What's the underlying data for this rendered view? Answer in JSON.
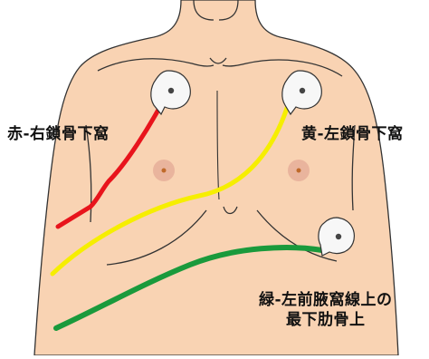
{
  "labels": {
    "red": "赤-右鎖骨下窩",
    "yellow": "黄-左鎖骨下窩",
    "green_line1": "緑-左前腋窩線上の",
    "green_line2": "最下肋骨上"
  },
  "colors": {
    "skin": "#f9d3b3",
    "outline": "#333333",
    "red_lead": "#e8141c",
    "yellow_lead": "#f6ee00",
    "green_lead": "#1a9a3c",
    "electrode_gel": "#f7f7f7",
    "nipple_ring": "#e9b49d",
    "nipple_center": "#c06a2b"
  }
}
